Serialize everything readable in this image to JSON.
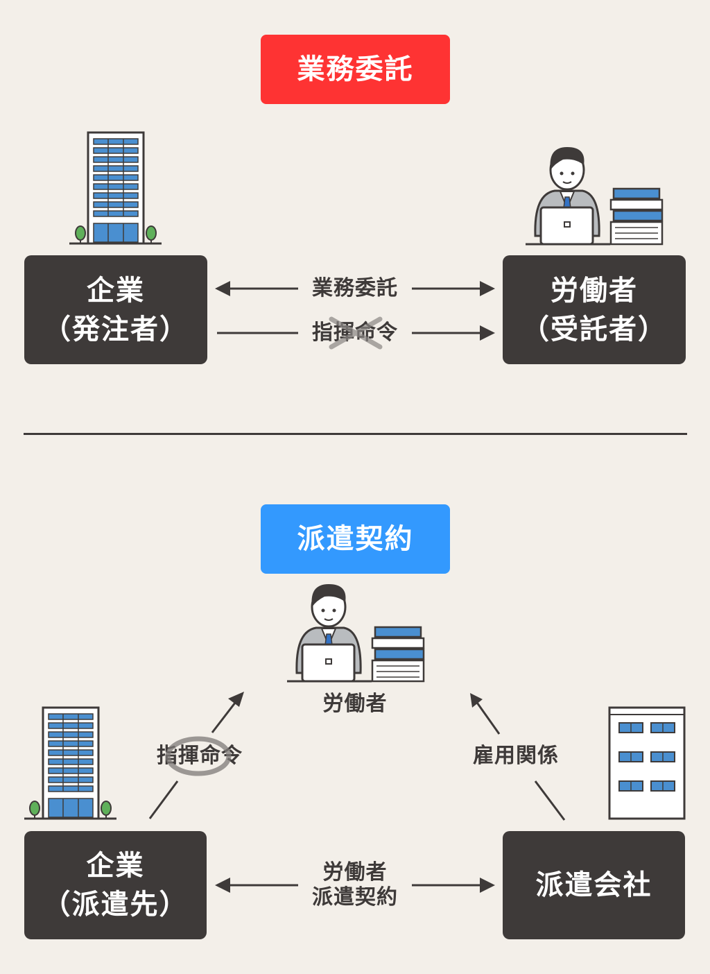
{
  "top": {
    "badge": "業務委託",
    "client_box": {
      "line1": "企業",
      "line2": "（発注者）"
    },
    "worker_box": {
      "line1": "労働者",
      "line2": "（受託者）"
    },
    "arrow_top_label": "業務委託",
    "arrow_bottom_label": "指揮命令"
  },
  "bottom": {
    "badge": "派遣契約",
    "worker_label": "労働者",
    "client_box": {
      "line1": "企業",
      "line2": "（派遣先）"
    },
    "agency_box": {
      "line1": "派遣会社"
    },
    "left_diag_label": "指揮命令",
    "right_diag_label": "雇用関係",
    "arrow_label_line1": "労働者",
    "arrow_label_line2": "派遣契約"
  },
  "colors": {
    "background": "#f3efe9",
    "dark": "#3e3a39",
    "red": "#fe3333",
    "blue": "#3399fe",
    "window_blue": "#4a8fd0"
  },
  "icons": [
    "office-building-icon",
    "worker-at-laptop-icon",
    "document-stack-icon",
    "low-building-icon",
    "cross-mark-icon",
    "circle-mark-icon"
  ]
}
